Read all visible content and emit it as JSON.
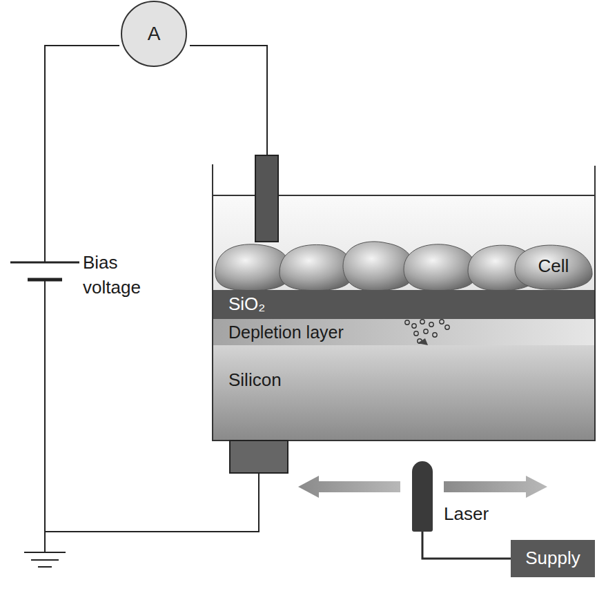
{
  "diagram": {
    "nodes": [
      {
        "text": [
          "A"
        ]
      },
      {
        "text": [
          "Cell"
        ]
      },
      {
        "text": [
          "SiO₂"
        ]
      },
      {
        "text": [
          "Depletion layer"
        ]
      },
      {
        "text": [
          "Silicon"
        ]
      },
      {
        "text": [
          "Laser"
        ]
      },
      {
        "text": [
          "Supply"
        ]
      }
    ],
    "edges": [
      {
        "from": 5,
        "to": 6,
        "arrow": "none"
      }
    ],
    "labels": [
      "Bias voltage"
    ]
  }
}
